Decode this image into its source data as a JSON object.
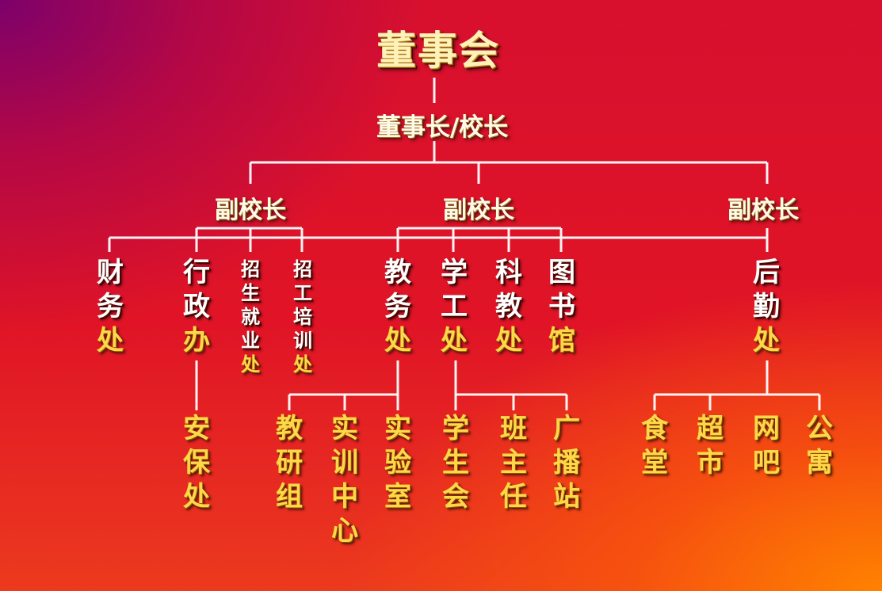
{
  "top": "董事会",
  "chairman": "董事长/校长",
  "vice": [
    "副校长",
    "副校长",
    "副校长"
  ],
  "depts": {
    "caiwu": "财务处",
    "xingzheng": "行政办",
    "zhaosheng": "招生就业处",
    "zhaogong": "招工培训处",
    "jiaowu": "教务处",
    "xuegong": "学工处",
    "kejiao": "科教处",
    "tushu": "图书馆",
    "houqin": "后勤处"
  },
  "subs": {
    "anbao": "安保处",
    "jiaoyan": "教研组",
    "shixun": "实训中心",
    "shiyan": "实验室",
    "xueshenghui": "学生会",
    "banzhuren": "班主任",
    "guangbo": "广播站",
    "shitang": "食堂",
    "chaoshi": "超市",
    "wangba": "网吧",
    "gongyu": "公寓"
  }
}
